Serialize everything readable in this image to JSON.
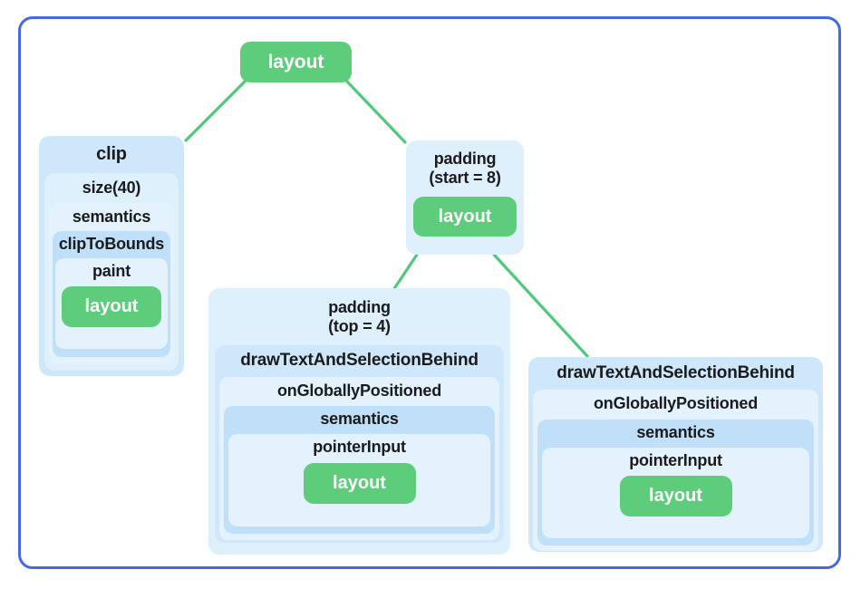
{
  "diagram": {
    "type": "modifier-chain-tree",
    "colors": {
      "frame_border": "#4668e3",
      "connector": "#4ec97a",
      "layout_node": "#5ecd7b",
      "layout_node_text": "#ffffff",
      "modifier_blue_dark": "#bfe0f8",
      "modifier_blue": "#cfe7fa",
      "modifier_blue_light": "#dff0fd",
      "modifier_blue_lightest": "#e4f2fe",
      "label_text": "#1b1b1b",
      "background": "#ffffff"
    },
    "root": {
      "label": "layout"
    },
    "left_branch": {
      "chain": [
        {
          "label": "clip"
        },
        {
          "label": "size(40)"
        },
        {
          "label": "semantics"
        },
        {
          "label": "clipToBounds"
        },
        {
          "label": "paint"
        }
      ],
      "leaf": {
        "label": "layout"
      }
    },
    "right_branch": {
      "node": {
        "label": "padding\n(start = 8)"
      },
      "leaf": {
        "label": "layout"
      },
      "children": {
        "middle": {
          "chain": [
            {
              "label": "padding\n(top = 4)"
            },
            {
              "label": "drawTextAndSelectionBehind"
            },
            {
              "label": "onGloballyPositioned"
            },
            {
              "label": "semantics"
            },
            {
              "label": "pointerInput"
            }
          ],
          "leaf": {
            "label": "layout"
          }
        },
        "right": {
          "chain": [
            {
              "label": "drawTextAndSelectionBehind"
            },
            {
              "label": "onGloballyPositioned"
            },
            {
              "label": "semantics"
            },
            {
              "label": "pointerInput"
            }
          ],
          "leaf": {
            "label": "layout"
          }
        }
      }
    }
  }
}
